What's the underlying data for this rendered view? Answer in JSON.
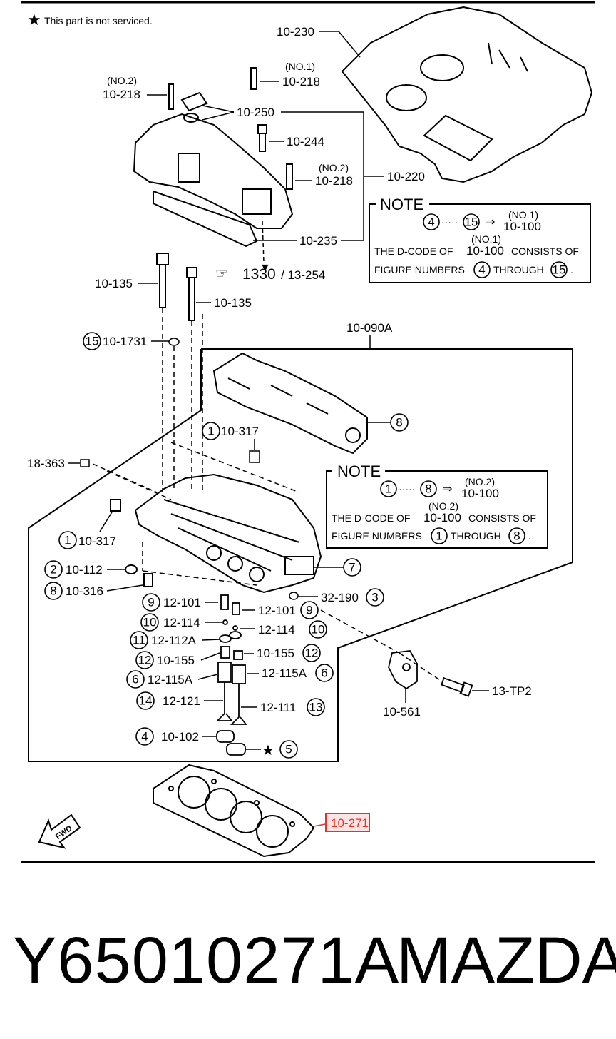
{
  "header": {
    "star_note": "This part is not serviced."
  },
  "labels": {
    "p10_230": "10-230",
    "p10_218_no1_tag": "(NO.1)",
    "p10_218_no1": "10-218",
    "p10_218_no2_tag": "(NO.2)",
    "p10_218_no2": "10-218",
    "p10_250": "10-250",
    "p10_244": "10-244",
    "p10_218_no2b_tag": "(NO.2)",
    "p10_218_no2b": "10-218",
    "p10_220": "10-220",
    "p10_235": "10-235",
    "p1330": "1330",
    "p13_254": "/ 13-254",
    "p10_135a": "10-135",
    "p10_135b": "10-135",
    "p10_1731": "10-1731",
    "p10_090a": "10-090A",
    "p10_317a": "10-317",
    "p18_363": "18-363",
    "p10_317b": "10-317",
    "p10_112": "10-112",
    "p10_316": "10-316",
    "p12_101a": "12-101",
    "p12_101b": "12-101",
    "p32_190": "32-190",
    "p12_114a": "12-114",
    "p12_114b": "12-114",
    "p12_112a": "12-112A",
    "p10_155a": "10-155",
    "p10_155b": "10-155",
    "p12_115a_a": "12-115A",
    "p12_115a_b": "12-115A",
    "p12_121": "12-121",
    "p12_111": "12-111",
    "p10_102": "10-102",
    "p10_561": "10-561",
    "p13_tp2": "13-TP2",
    "p10_271": "10-271",
    "fwd": "FWD"
  },
  "note1": {
    "title": "NOTE",
    "from": "4",
    "to": "15",
    "arrow": "⇒",
    "tag": "(NO.1)",
    "code": "10-100",
    "line1_a": "THE D-CODE OF",
    "line1_tag": "(NO.1)",
    "line1_code": "10-100",
    "line1_b": "CONSISTS OF",
    "line2_a": "FIGURE NUMBERS",
    "line2_from": "4",
    "line2_mid": "THROUGH",
    "line2_to": "15",
    "line2_end": "."
  },
  "note2": {
    "title": "NOTE",
    "from": "1",
    "to": "8",
    "arrow": "⇒",
    "tag": "(NO.2)",
    "code": "10-100",
    "line1_a": "THE D-CODE OF",
    "line1_tag": "(NO.2)",
    "line1_code": "10-100",
    "line1_b": "CONSISTS OF",
    "line2_a": "FIGURE NUMBERS",
    "line2_from": "1",
    "line2_mid": "THROUGH",
    "line2_to": "8",
    "line2_end": "."
  },
  "circles": {
    "c15": "15",
    "c8": "8",
    "c1a": "1",
    "c1b": "1",
    "c2": "2",
    "c8b": "8",
    "c7": "7",
    "c9a": "9",
    "c9b": "9",
    "c3": "3",
    "c10a": "10",
    "c10b": "10",
    "c11": "11",
    "c12a": "12",
    "c12b": "12",
    "c6a": "6",
    "c6b": "6",
    "c14": "14",
    "c13": "13",
    "c4": "4",
    "c5": "5"
  },
  "footer": {
    "part_number": "Y65010271A",
    "brand": "MAZDA"
  },
  "colors": {
    "highlight": "#e0352b",
    "highlight_fill": "#fde3e3",
    "ink": "#000000"
  }
}
